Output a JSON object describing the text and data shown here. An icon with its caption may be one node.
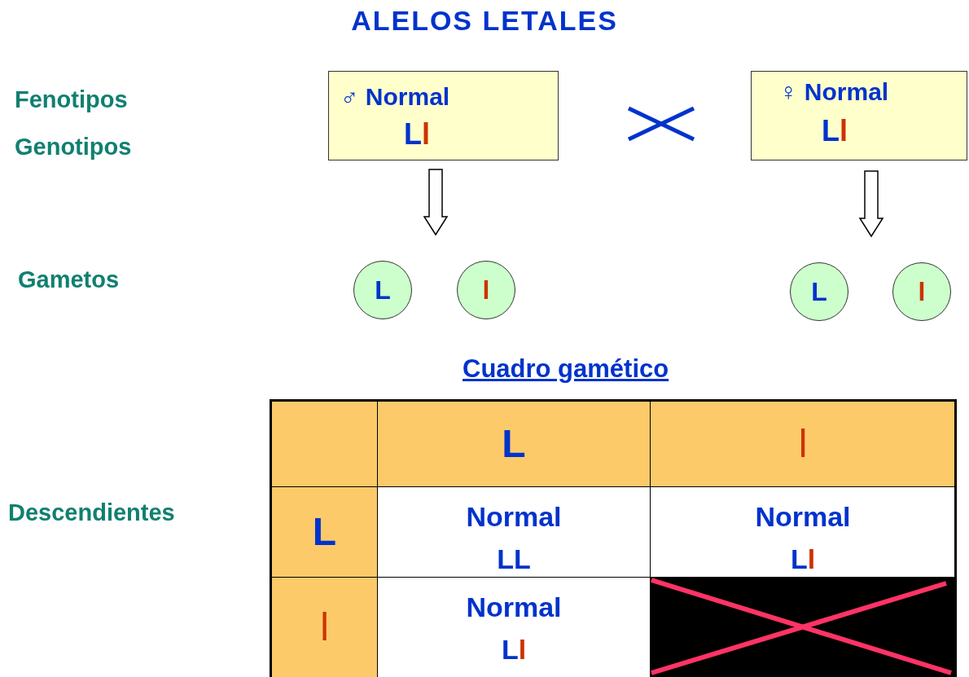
{
  "diagram": {
    "title": "ALELOS LETALES",
    "nodes": [
      {
        "text": [
          "♂ Normal",
          "Ll"
        ]
      },
      {
        "text": [
          "♀ Normal",
          "Ll"
        ]
      },
      {
        "text": [
          "L"
        ]
      },
      {
        "text": [
          "l"
        ]
      },
      {
        "text": [
          "L"
        ]
      },
      {
        "text": [
          "l"
        ]
      }
    ],
    "edges": [
      {
        "from": 0,
        "to": null,
        "arrow": "to"
      },
      {
        "from": 1,
        "to": null,
        "arrow": "to"
      }
    ],
    "labels": [
      "Fenotipos",
      "Genotipos",
      "Gametos",
      "Cuadro gamético",
      "Descendientes",
      "L",
      "l",
      "L",
      "Normal",
      "LL",
      "Normal",
      "Ll",
      "l",
      "Normal",
      "Ll"
    ]
  }
}
